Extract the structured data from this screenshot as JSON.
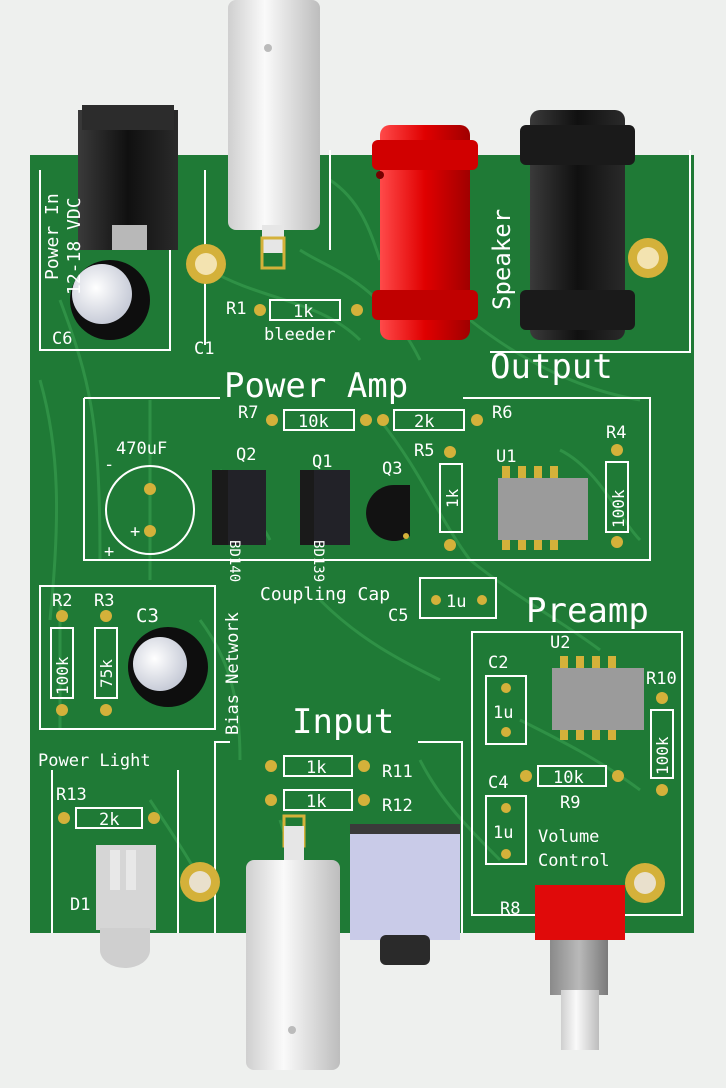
{
  "board": {
    "colors": {
      "background": "#eef0ee",
      "pcb": "#1f7a36",
      "trace": "#2f9146",
      "silkscreen": "#ffffff",
      "pad": "#d4b13a",
      "ic_body": "#9b9b9b",
      "transistor": "#222228",
      "jack_red": "#e00000",
      "jack_black": "#151515",
      "bnc_white": "#e8e8e8"
    }
  },
  "sections": {
    "power_in": "Power In",
    "power_in_voltage": "12-18 VDC",
    "speaker": "Speaker",
    "output": "Output",
    "power_amp": "Power Amp",
    "coupling_cap": "Coupling Cap",
    "preamp": "Preamp",
    "bias_network": "Bias Network",
    "input": "Input",
    "power_light": "Power Light",
    "volume_control_1": "Volume",
    "volume_control_2": "Control"
  },
  "labels": {
    "c6": "C6",
    "c1": "C1",
    "r1": "R1",
    "r1_value": "1k",
    "bleeder": "bleeder",
    "r7": "R7",
    "r7_value": "10k",
    "r6_value": "2k",
    "r6": "R6",
    "cap_value": "470uF",
    "cap_minus": "-",
    "cap_plus": "+",
    "cap_plus2": "+",
    "q2": "Q2",
    "q2_part": "BD140",
    "q1": "Q1",
    "q1_part": "BD139",
    "q3": "Q3",
    "r5": "R5",
    "r5_value": "1k",
    "u1": "U1",
    "r4": "R4",
    "r4_value": "100k",
    "c5": "C5",
    "c5_value": "1u",
    "r2": "R2",
    "r2_value": "100k",
    "r3": "R3",
    "r3_value": "75k",
    "c3": "C3",
    "u2": "U2",
    "c2": "C2",
    "c2_value": "1u",
    "r10": "R10",
    "r10_value": "100k",
    "c4": "C4",
    "c4_value": "1u",
    "r9_value": "10k",
    "r9": "R9",
    "r8": "R8",
    "r11_value": "1k",
    "r11": "R11",
    "r12_value": "1k",
    "r12": "R12",
    "r13": "R13",
    "r13_value": "2k",
    "d1": "D1"
  }
}
